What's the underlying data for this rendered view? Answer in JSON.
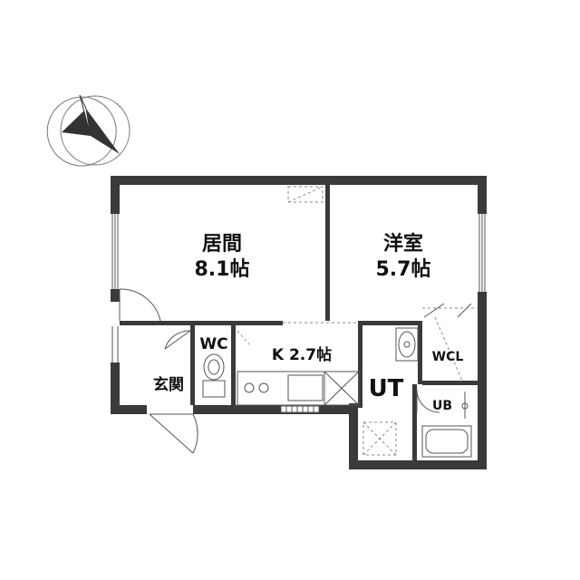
{
  "rooms": {
    "living": {
      "name": "居間",
      "size": "8.1帖"
    },
    "western": {
      "name": "洋室",
      "size": "5.7帖"
    },
    "kitchen": {
      "label": "K 2.7帖"
    },
    "toilet": {
      "label": "WC"
    },
    "entrance": {
      "label": "玄関"
    },
    "utility": {
      "label": "UT"
    },
    "walk_in_closet": {
      "label": "WCL"
    },
    "unit_bath": {
      "label": "UB"
    }
  },
  "icons": {
    "compass": "north-arrow-icon"
  },
  "colors": {
    "wall": "#3a3a3a",
    "line": "#555555",
    "dash": "#888888",
    "background": "#ffffff"
  }
}
